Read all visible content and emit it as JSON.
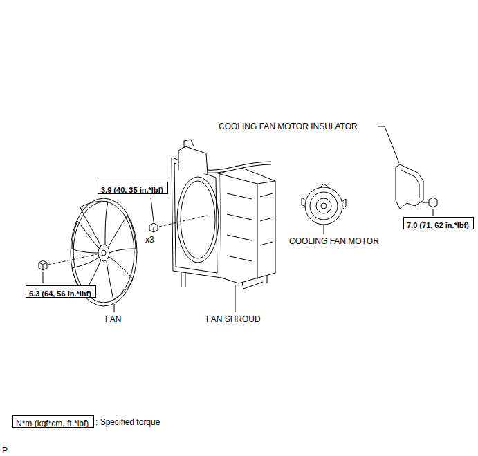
{
  "diagram": {
    "nodes": [
      {
        "text": [
          "3.9 (40, 35 in.*lbf)"
        ]
      },
      {
        "text": [
          "7.0 (71, 62 in.*lbf)"
        ]
      },
      {
        "text": [
          "6.3 (64, 56 in.*lbf)"
        ]
      },
      {
        "text": [
          "N*m (kgf*cm, ft.*lbf)"
        ]
      }
    ],
    "labels": [
      "COOLING FAN MOTOR INSULATOR",
      "x3",
      "COOLING FAN MOTOR",
      "FAN",
      "FAN SHROUD",
      ": Specified torque",
      "P"
    ]
  }
}
